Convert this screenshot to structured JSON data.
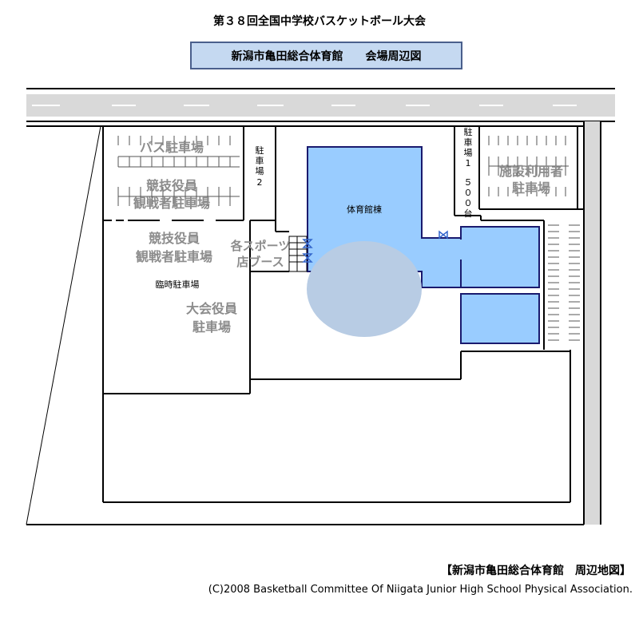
{
  "header": {
    "title": "第３８回全国中学校バスケットボール大会",
    "map_title": "新潟市亀田総合体育館　　会場周辺図"
  },
  "map": {
    "labels": {
      "bus_parking": "バス駐車場",
      "officials_spectators_top_1": "競技役員",
      "officials_spectators_top_2": "観戦者駐車場",
      "parking2": [
        "駐",
        "車",
        "場",
        "2"
      ],
      "gym": "体育館棟",
      "parking1": [
        "駐",
        "車",
        "場",
        "1",
        "５",
        "０",
        "０",
        "台"
      ],
      "facility_users_1": "施設利用者",
      "facility_users_2": "駐車場",
      "officials_spectators_mid_1": "競技役員",
      "officials_spectators_mid_2": "観戦者駐車場",
      "sports_booth_1": "各スポーツ",
      "sports_booth_2": "店ブース",
      "temp_parking": "臨時駐車場",
      "tournament_officials_1": "大会役員",
      "tournament_officials_2": "駐車場"
    },
    "colors": {
      "building_fill": "#99ccff",
      "building_stroke": "#1a1a6e",
      "ellipse_fill": "#b8cce4",
      "road": "#d9d9d9",
      "label_gray": "#8c8c8c",
      "entrance_blue": "#3366cc"
    }
  },
  "footer": {
    "title": "【新潟市亀田総合体育館　周辺地図】",
    "copyright": "(C)2008 Basketball Committee Of Niigata Junior High School Physical Association."
  }
}
